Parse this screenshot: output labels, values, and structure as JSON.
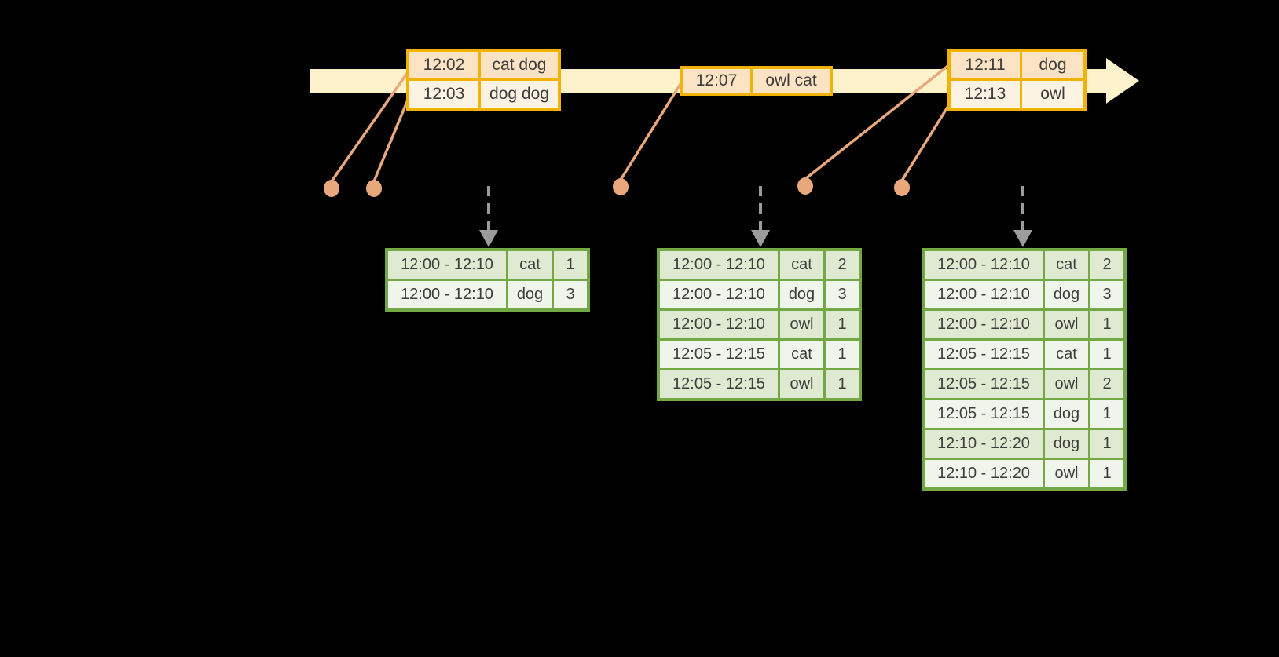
{
  "colors": {
    "background": "#000000",
    "timeline_band": "#fdf2cb",
    "event_border": "#f2b200",
    "event_row_dark": "#fbe3c3",
    "event_row_light": "#fdf3e2",
    "connector": "#e9a77c",
    "result_border": "#72a944",
    "result_row_dark": "#e0ead2",
    "result_row_light": "#eff5ea",
    "trigger_arrow": "#9c9c9c",
    "text": "#3d3d3d"
  },
  "event_tables": [
    {
      "rows": [
        {
          "time": "12:02",
          "words": "cat dog"
        },
        {
          "time": "12:03",
          "words": "dog dog"
        }
      ]
    },
    {
      "rows": [
        {
          "time": "12:07",
          "words": "owl cat"
        }
      ]
    },
    {
      "rows": [
        {
          "time": "12:11",
          "words": "dog"
        },
        {
          "time": "12:13",
          "words": "owl"
        }
      ]
    }
  ],
  "result_tables": [
    {
      "rows": [
        {
          "window": "12:00 - 12:10",
          "animal": "cat",
          "count": "1"
        },
        {
          "window": "12:00 - 12:10",
          "animal": "dog",
          "count": "3"
        }
      ]
    },
    {
      "rows": [
        {
          "window": "12:00 - 12:10",
          "animal": "cat",
          "count": "2"
        },
        {
          "window": "12:00 - 12:10",
          "animal": "dog",
          "count": "3"
        },
        {
          "window": "12:00 - 12:10",
          "animal": "owl",
          "count": "1"
        },
        {
          "window": "12:05 - 12:15",
          "animal": "cat",
          "count": "1"
        },
        {
          "window": "12:05 - 12:15",
          "animal": "owl",
          "count": "1"
        }
      ]
    },
    {
      "rows": [
        {
          "window": "12:00 - 12:10",
          "animal": "cat",
          "count": "2"
        },
        {
          "window": "12:00 - 12:10",
          "animal": "dog",
          "count": "3"
        },
        {
          "window": "12:00 - 12:10",
          "animal": "owl",
          "count": "1"
        },
        {
          "window": "12:05 - 12:15",
          "animal": "cat",
          "count": "1"
        },
        {
          "window": "12:05 - 12:15",
          "animal": "owl",
          "count": "2"
        },
        {
          "window": "12:05 - 12:15",
          "animal": "dog",
          "count": "1"
        },
        {
          "window": "12:10 - 12:20",
          "animal": "dog",
          "count": "1"
        },
        {
          "window": "12:10 - 12:20",
          "animal": "owl",
          "count": "1"
        }
      ]
    }
  ]
}
